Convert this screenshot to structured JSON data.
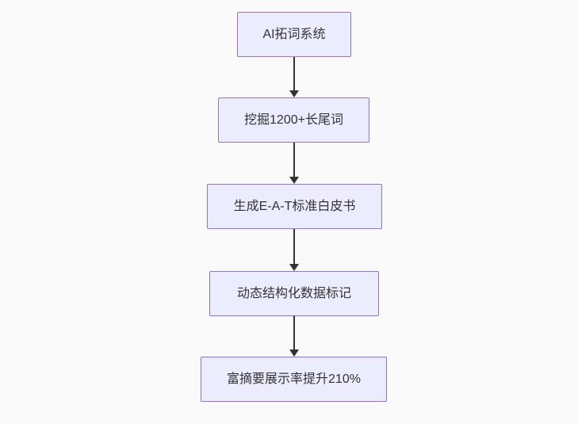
{
  "diagram": {
    "type": "flowchart",
    "direction": "top-down",
    "nodes": [
      {
        "label": "AI拓词系统"
      },
      {
        "label": "挖掘1200+长尾词"
      },
      {
        "label": "生成E-A-T标准白皮书"
      },
      {
        "label": "动态结构化数据标记"
      },
      {
        "label": "富摘要展示率提升210%"
      }
    ],
    "edges": [
      {
        "from": 0,
        "to": 1
      },
      {
        "from": 1,
        "to": 2
      },
      {
        "from": 2,
        "to": 3
      },
      {
        "from": 3,
        "to": 4
      }
    ]
  },
  "colors": {
    "canvas-bg": "#fafafa",
    "node-fill": "#ececff",
    "node-border": "#9370db",
    "node-text": "#333333",
    "edge-color": "#333333"
  }
}
